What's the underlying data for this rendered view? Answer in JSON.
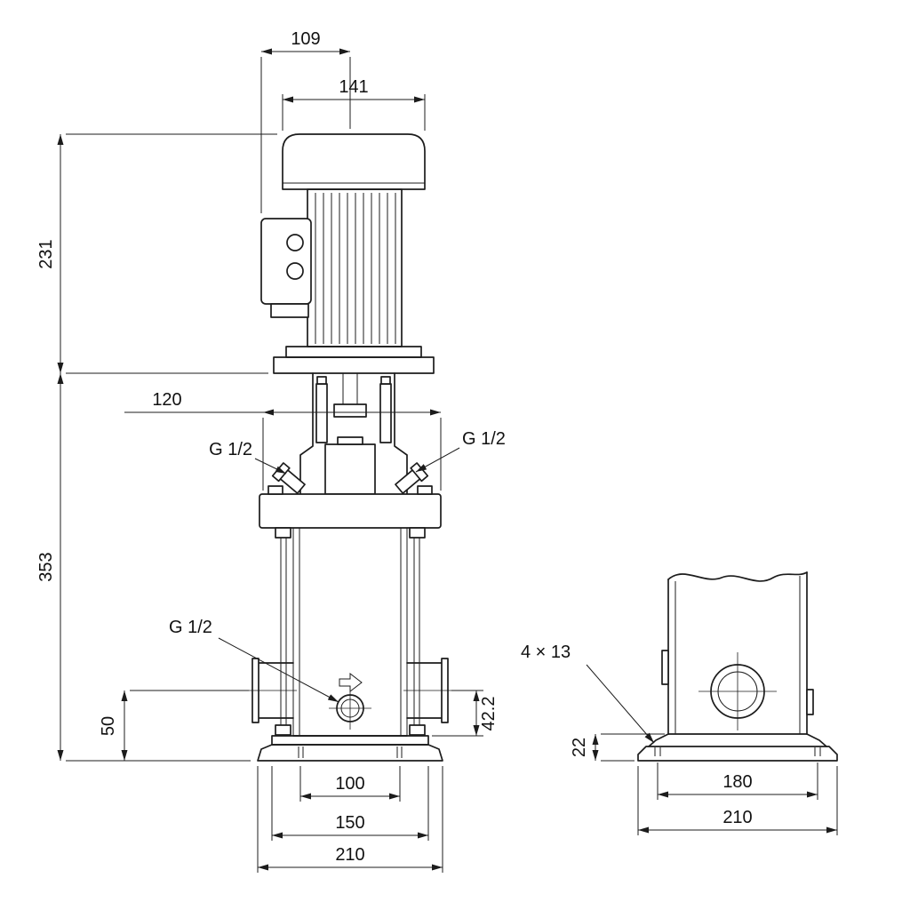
{
  "page": {
    "background": "#ffffff",
    "line_color": "#1c1c1c"
  },
  "front_view": {
    "dim_top_depth": "109",
    "dim_motor_width": "141",
    "dim_motor_height": "231",
    "dim_head_width": "120",
    "dim_pump_height": "353",
    "label_plug_left": "G 1/2",
    "label_plug_right": "G 1/2",
    "label_drain_plug": "G 1/2",
    "dim_port_height": "50",
    "dim_port_to_base": "42.2",
    "dim_base_inner_width": "100",
    "dim_base_bolt_width": "150",
    "dim_base_width": "210"
  },
  "side_view": {
    "label_bolt_holes": "4 × 13",
    "dim_base_height": "22",
    "dim_bolt_spacing": "180",
    "dim_base_width": "210"
  }
}
